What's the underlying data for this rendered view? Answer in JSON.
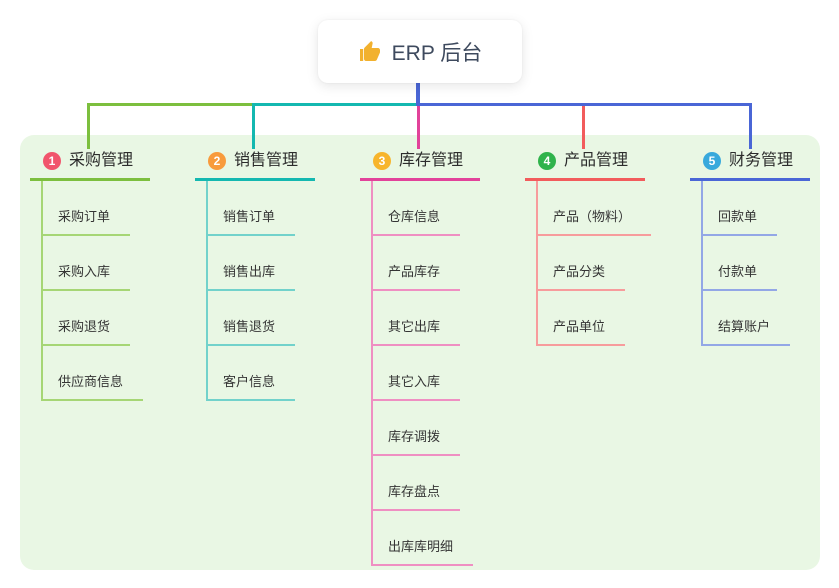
{
  "root": {
    "label": "ERP 后台",
    "icon": "thumbs-up-icon"
  },
  "branches": [
    {
      "index": "1",
      "label": "采购管理",
      "badge_color": "#F1556C",
      "line_color": "#7CBF3E",
      "line_light": "#A6D675",
      "children": [
        "采购订单",
        "采购入库",
        "采购退货",
        "供应商信息"
      ]
    },
    {
      "index": "2",
      "label": "销售管理",
      "badge_color": "#F89B3C",
      "line_color": "#14B8B0",
      "line_light": "#72D2CB",
      "children": [
        "销售订单",
        "销售出库",
        "销售退货",
        "客户信息"
      ]
    },
    {
      "index": "3",
      "label": "库存管理",
      "badge_color": "#F7B52C",
      "line_color": "#E2429A",
      "line_light": "#EF8FC2",
      "children": [
        "仓库信息",
        "产品库存",
        "其它出库",
        "其它入库",
        "库存调拨",
        "库存盘点",
        "出库库明细"
      ]
    },
    {
      "index": "4",
      "label": "产品管理",
      "badge_color": "#2FB34B",
      "line_color": "#F25C5C",
      "line_light": "#F79C9C",
      "children": [
        "产品（物料）",
        "产品分类",
        "产品单位"
      ]
    },
    {
      "index": "5",
      "label": "财务管理",
      "badge_color": "#38A9DC",
      "line_color": "#4A66D6",
      "line_light": "#93A7E6",
      "children": [
        "回款单",
        "付款单",
        "结算账户"
      ]
    }
  ],
  "colors": {
    "root_connector": "#4A66D6",
    "panel_bg": "#E9F7E4",
    "card_bg": "#FFFFFF",
    "root_text": "#3E4A5E",
    "thumb_icon": "#F2B12E"
  }
}
